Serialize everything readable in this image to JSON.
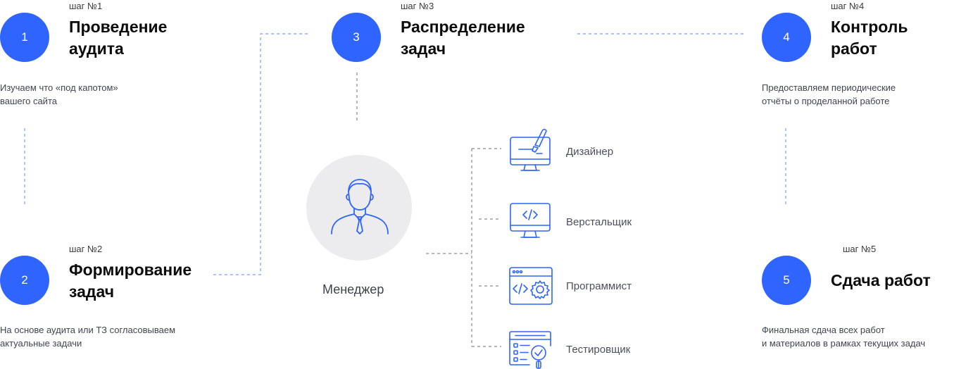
{
  "colors": {
    "accent": "#2f64ff",
    "dash": "#7a9ef7",
    "dash_gray": "#8a8a8a",
    "icon_stroke": "#2f64ff"
  },
  "steps": [
    {
      "number": "1",
      "label": "шаг №1",
      "title_line1": "Проведение",
      "title_line2": "аудита",
      "desc_line1": "Изучаем что «под капотом»",
      "desc_line2": "вашего сайта"
    },
    {
      "number": "2",
      "label": "шаг №2",
      "title_line1": "Формирование",
      "title_line2": "задач",
      "desc_line1": "На основе аудита или ТЗ согласовываем",
      "desc_line2": "актуальные задачи"
    },
    {
      "number": "3",
      "label": "шаг №3",
      "title_line1": "Распределение",
      "title_line2": "задач"
    },
    {
      "number": "4",
      "label": "шаг №4",
      "title_line1": "Контроль",
      "title_line2": "работ",
      "desc_line1": "Предоставляем периодические",
      "desc_line2": "отчёты о проделанной работе"
    },
    {
      "number": "5",
      "label": "шаг №5",
      "title_line1": "Сдача работ",
      "desc_line1": "Финальная сдача всех работ",
      "desc_line2": "и материалов в рамках текущих задач"
    }
  ],
  "manager": {
    "label": "Менеджер",
    "icon": "person-tie-icon"
  },
  "roles": [
    {
      "label": "Дизайнер",
      "icon": "monitor-brush-icon"
    },
    {
      "label": "Верстальщик",
      "icon": "monitor-code-icon"
    },
    {
      "label": "Программист",
      "icon": "browser-code-gear-icon"
    },
    {
      "label": "Тестировщик",
      "icon": "checklist-magnifier-icon"
    }
  ]
}
